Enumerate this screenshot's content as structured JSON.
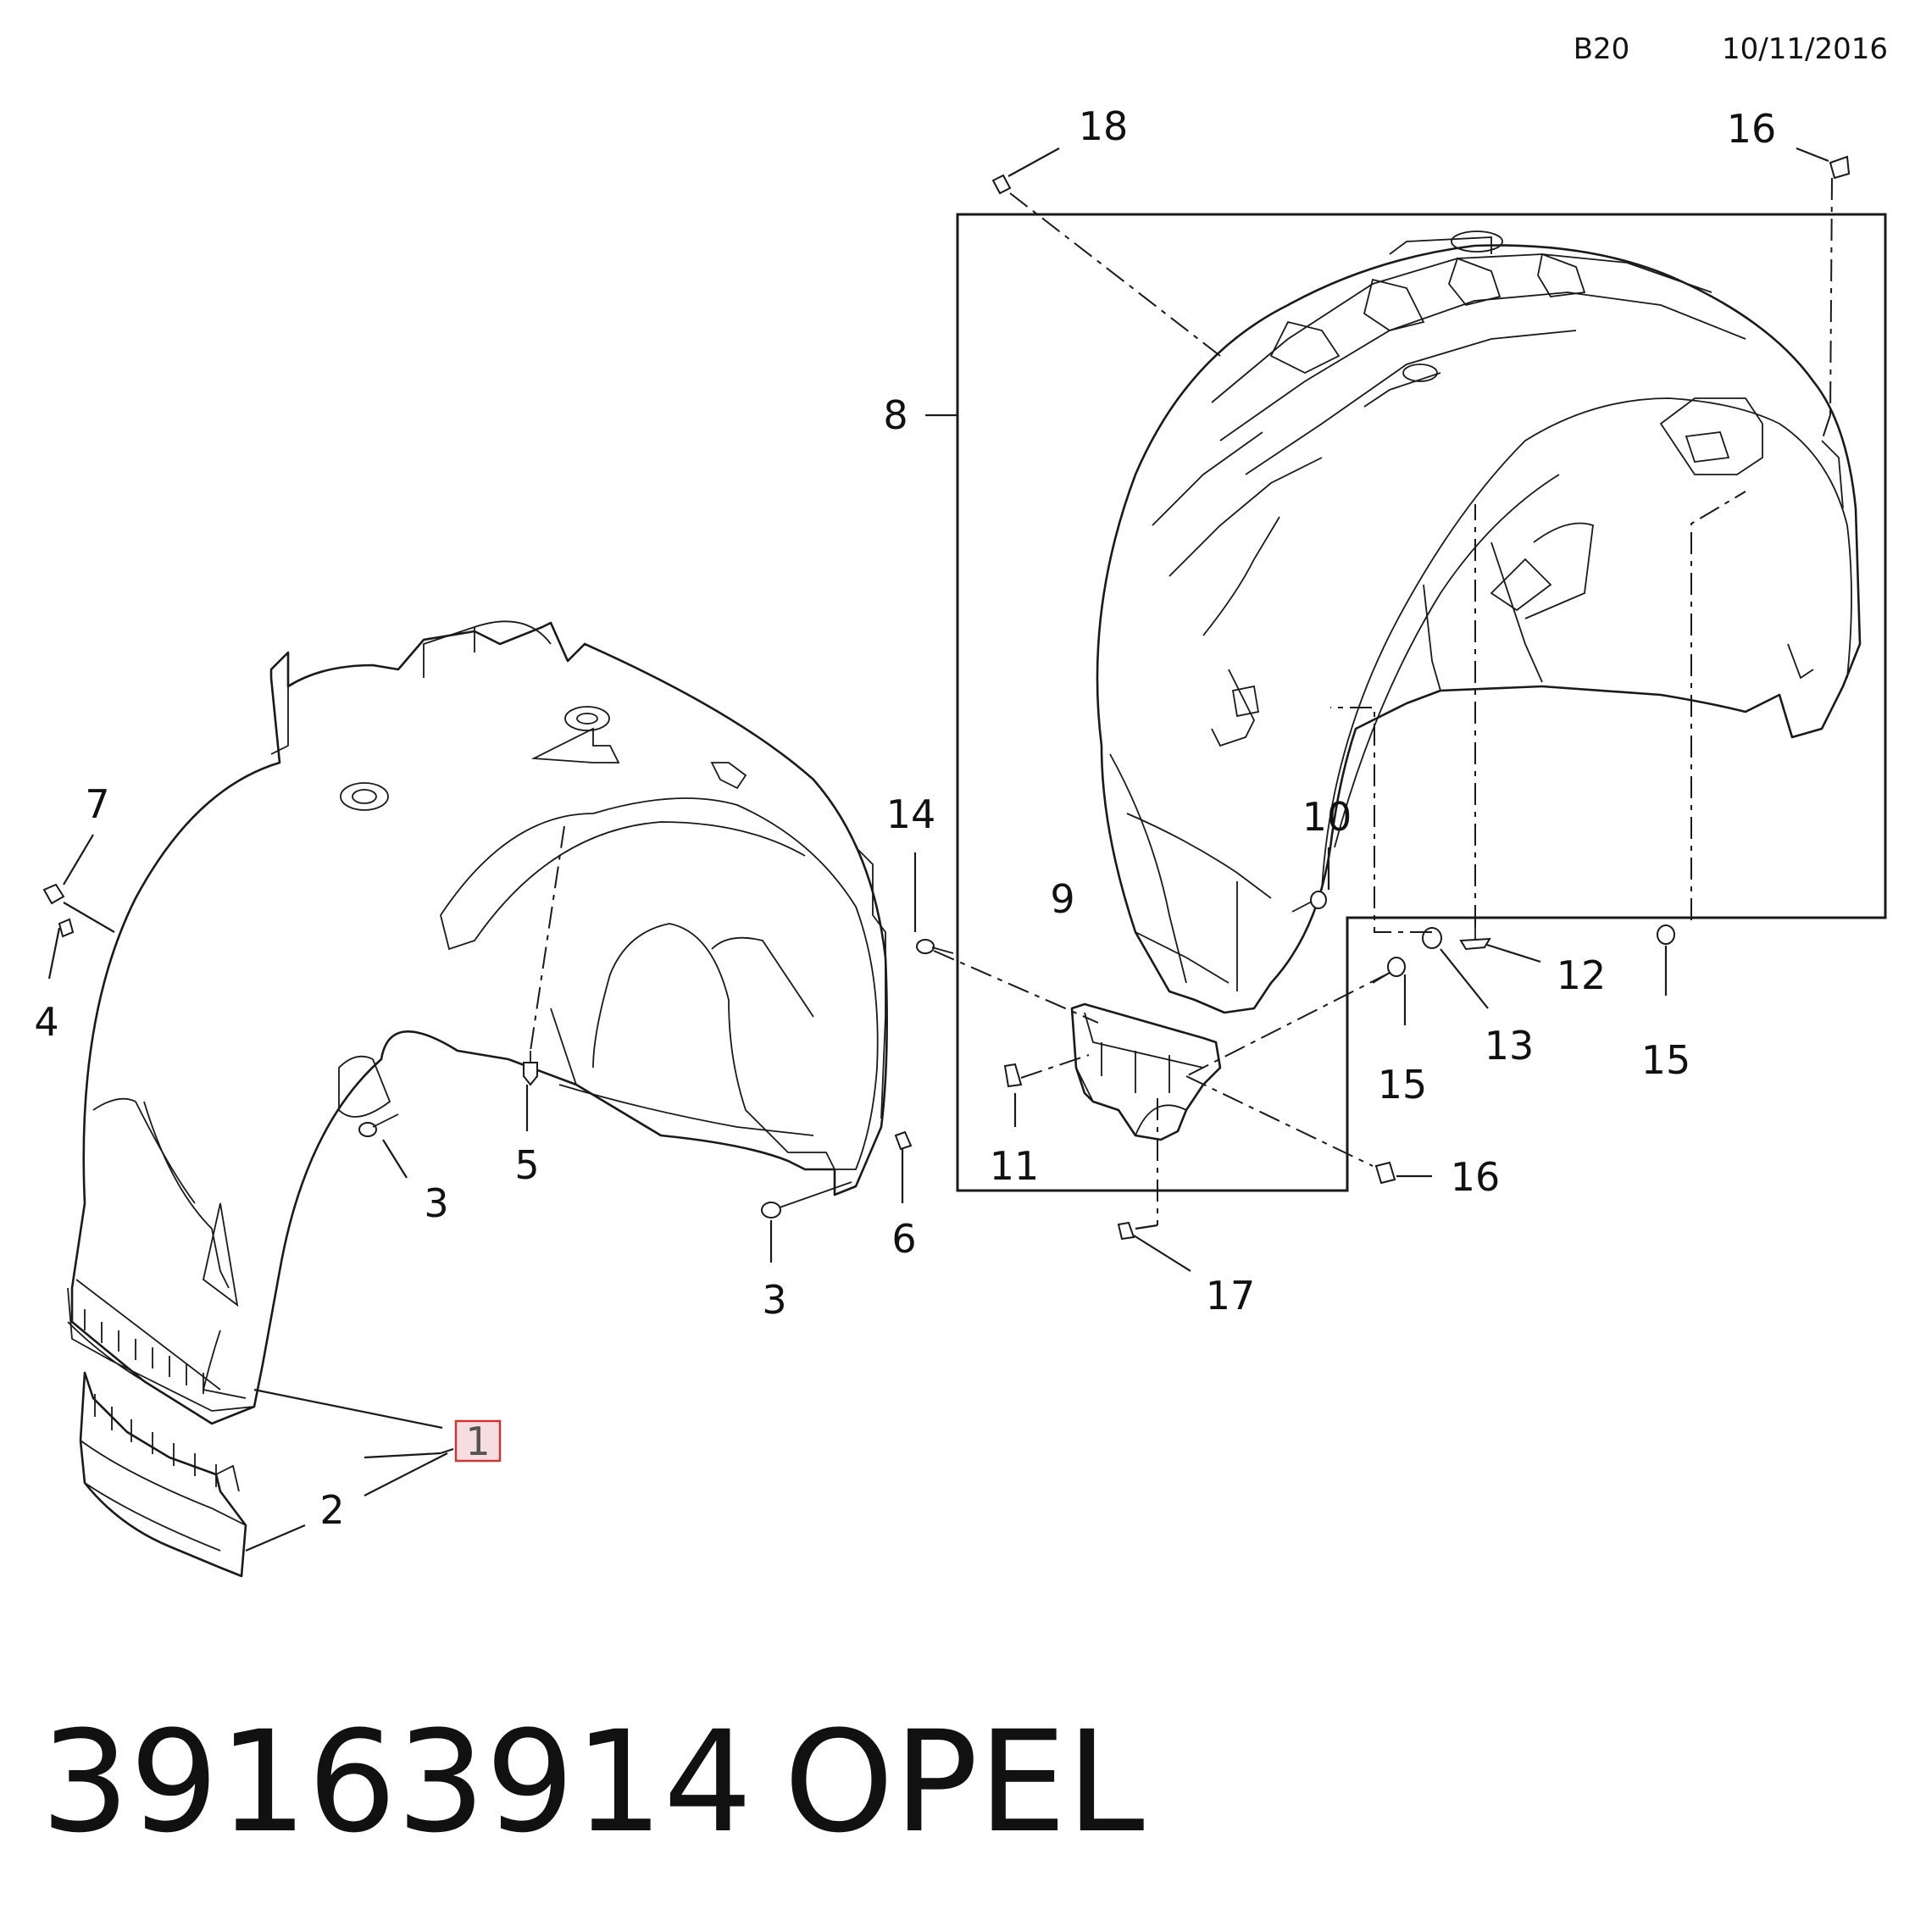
{
  "header": {
    "code": "B20",
    "date": "10/11/2016"
  },
  "footer": {
    "part_number": "39163914",
    "brand": "OPEL"
  },
  "callouts": {
    "c1": "1",
    "c2": "2",
    "c3a": "3",
    "c3b": "3",
    "c4": "4",
    "c5": "5",
    "c6": "6",
    "c7": "7",
    "c8": "8",
    "c9": "9",
    "c10": "10",
    "c11": "11",
    "c12": "12",
    "c13": "13",
    "c14": "14",
    "c15a": "15",
    "c15b": "15",
    "c16a": "16",
    "c16b": "16",
    "c17": "17",
    "c18": "18"
  },
  "highlight": {
    "callout": "1",
    "fill_color": "#f6dde2",
    "border_color": "#d9302f"
  }
}
